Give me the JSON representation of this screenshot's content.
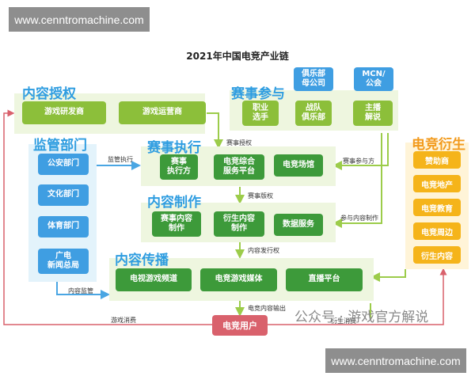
{
  "watermark": "www.cenntromachine.com",
  "title": "2021年中国电竞产业链",
  "sections": {
    "license": {
      "heading": "内容授权",
      "items": [
        "游戏研发商",
        "游戏运营商"
      ]
    },
    "events": {
      "heading": "赛事参与",
      "items": [
        "职业\n选手",
        "战队\n俱乐部",
        "主播\n解说"
      ],
      "sub_items": [
        "俱乐部\n母公司",
        "MCN/\n公会"
      ]
    },
    "regulator": {
      "heading": "监管部门",
      "items": [
        "公安部门",
        "文化部门",
        "体育部门",
        "广电\n新闻总局"
      ]
    },
    "execution": {
      "heading": "赛事执行",
      "items": [
        "赛事\n执行方",
        "电竞综合\n服务平台",
        "电竞场馆"
      ]
    },
    "production": {
      "heading": "内容制作",
      "items": [
        "赛事内容\n制作",
        "衍生内容\n制作",
        "数据服务"
      ]
    },
    "distribution": {
      "heading": "内容传播",
      "items": [
        "电视游戏频道",
        "电竞游戏媒体",
        "直播平台"
      ]
    },
    "derivatives": {
      "heading": "电竞衍生",
      "items": [
        "赞助商",
        "电竞地产",
        "电竞教育",
        "电竞周边",
        "衍生内容"
      ]
    }
  },
  "arrow_labels": {
    "event_license": "赛事授权",
    "supervision_exec": "监管执行",
    "event_rights": "赛事版权",
    "event_participation": "赛事参与方",
    "content_rights": "内容发行权",
    "participate_content": "参与内容制作",
    "content_supervision": "内容监管",
    "content_output": "电竞内容输出",
    "game_consumption": "游戏消费",
    "derivative_consumption": "衍生消费"
  },
  "user": "电竞用户",
  "footer_watermark": "公众号 · 游戏官方解说"
}
